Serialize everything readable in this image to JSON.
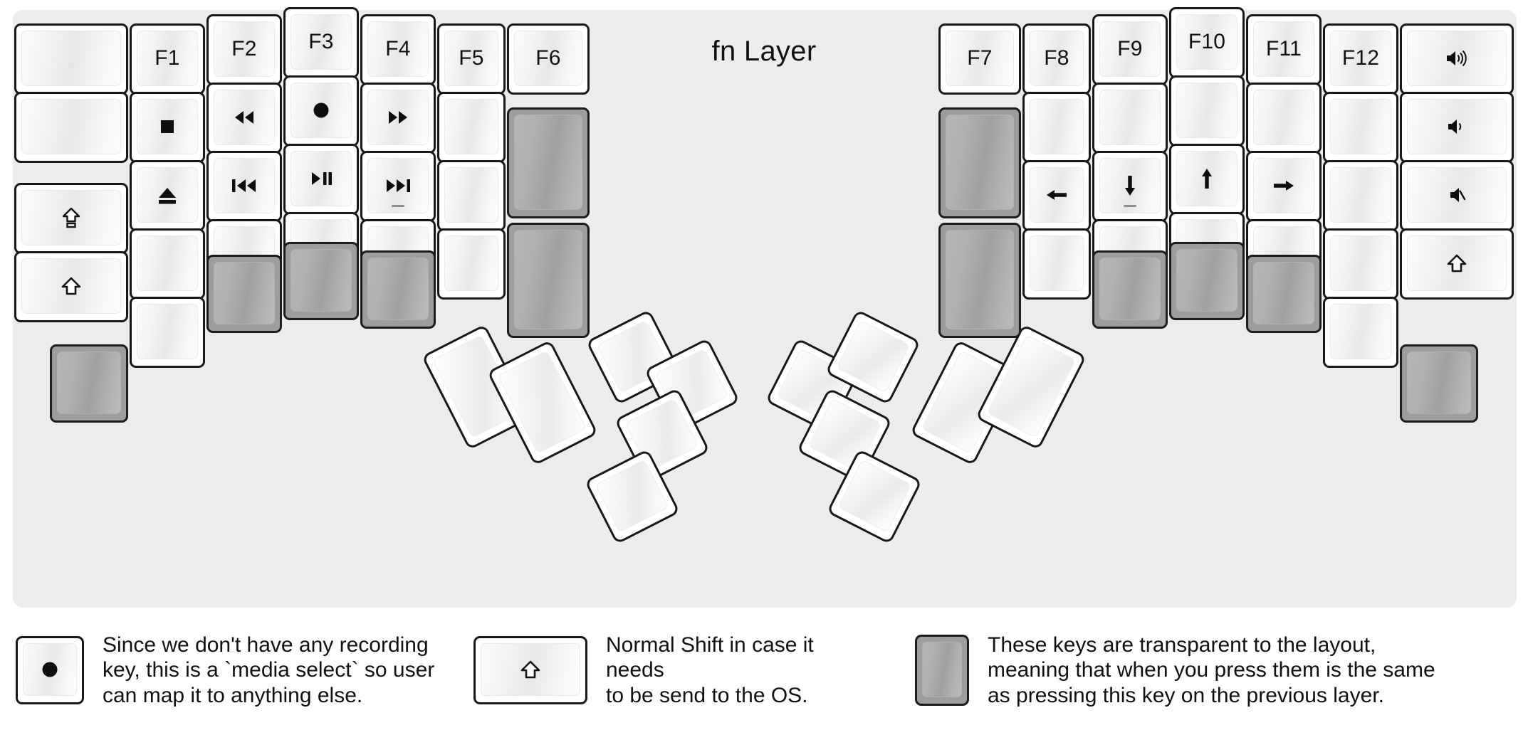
{
  "title": "fn Layer",
  "colors": {
    "background": "#ececed",
    "key_face": "#ffffff",
    "key_outline": "#17181a",
    "transparent_key": "#9d9d9d",
    "text": "#111214"
  },
  "keyboard": {
    "left_half": {
      "columns": [
        {
          "name": "col-pinky-outer",
          "keys": [
            {
              "label": "",
              "icon": "",
              "type": "normal"
            },
            {
              "label": "",
              "icon": "",
              "type": "normal"
            },
            {
              "label": "",
              "icon": "caps-lock-icon",
              "type": "normal"
            },
            {
              "label": "",
              "icon": "shift-icon",
              "type": "normal"
            }
          ]
        },
        {
          "name": "col-pinky",
          "keys": [
            {
              "label": "F1",
              "icon": "",
              "type": "normal"
            },
            {
              "label": "",
              "icon": "media-stop-icon",
              "type": "normal"
            },
            {
              "label": "",
              "icon": "media-eject-icon",
              "type": "normal"
            },
            {
              "label": "",
              "icon": "",
              "type": "normal"
            },
            {
              "label": "",
              "icon": "",
              "type": "normal"
            }
          ],
          "below": {
            "label": "",
            "icon": "",
            "type": "transparent"
          }
        },
        {
          "name": "col-ring",
          "keys": [
            {
              "label": "F2",
              "icon": "",
              "type": "normal"
            },
            {
              "label": "",
              "icon": "media-rewind-icon",
              "type": "normal"
            },
            {
              "label": "",
              "icon": "media-previous-icon",
              "type": "normal"
            },
            {
              "label": "",
              "icon": "",
              "type": "normal"
            },
            {
              "label": "",
              "icon": "",
              "type": "transparent"
            }
          ]
        },
        {
          "name": "col-middle",
          "keys": [
            {
              "label": "F3",
              "icon": "",
              "type": "normal"
            },
            {
              "label": "",
              "icon": "media-record-icon",
              "type": "normal"
            },
            {
              "label": "",
              "icon": "media-play-pause-icon",
              "type": "normal"
            },
            {
              "label": "",
              "icon": "",
              "type": "normal"
            },
            {
              "label": "",
              "icon": "",
              "type": "transparent"
            }
          ]
        },
        {
          "name": "col-index",
          "keys": [
            {
              "label": "F4",
              "icon": "",
              "type": "normal"
            },
            {
              "label": "",
              "icon": "media-fast-forward-icon",
              "type": "normal"
            },
            {
              "label": "",
              "icon": "media-next-icon",
              "type": "normal",
              "homing": true
            },
            {
              "label": "",
              "icon": "",
              "type": "normal"
            },
            {
              "label": "",
              "icon": "",
              "type": "transparent"
            }
          ]
        },
        {
          "name": "col-inner",
          "keys": [
            {
              "label": "F5",
              "icon": "",
              "type": "normal"
            },
            {
              "label": "",
              "icon": "",
              "type": "normal"
            },
            {
              "label": "",
              "icon": "",
              "type": "normal"
            },
            {
              "label": "",
              "icon": "",
              "type": "normal"
            }
          ]
        },
        {
          "name": "col-inner-most",
          "keys": [
            {
              "label": "F6",
              "icon": "",
              "type": "normal"
            },
            {
              "label": "",
              "icon": "",
              "type": "transparent",
              "size": "1.5u-tall"
            },
            {
              "label": "",
              "icon": "",
              "type": "transparent",
              "size": "1.5u-tall"
            }
          ]
        }
      ],
      "thumb_cluster": [
        {
          "name": "thumb-left-big-1",
          "label": "",
          "icon": "",
          "type": "normal",
          "size": "2u"
        },
        {
          "name": "thumb-left-big-2",
          "label": "",
          "icon": "",
          "type": "normal",
          "size": "2u"
        },
        {
          "name": "thumb-left-small-1",
          "label": "",
          "icon": "",
          "type": "normal",
          "size": "1u"
        },
        {
          "name": "thumb-left-small-2",
          "label": "",
          "icon": "",
          "type": "normal",
          "size": "1u"
        },
        {
          "name": "thumb-left-small-3",
          "label": "",
          "icon": "",
          "type": "normal",
          "size": "1u"
        },
        {
          "name": "thumb-left-small-4",
          "label": "",
          "icon": "",
          "type": "normal",
          "size": "1u"
        }
      ]
    },
    "right_half": {
      "columns": [
        {
          "name": "col-inner-most",
          "keys": [
            {
              "label": "F7",
              "icon": "",
              "type": "normal"
            },
            {
              "label": "",
              "icon": "",
              "type": "transparent",
              "size": "1.5u-tall"
            },
            {
              "label": "",
              "icon": "",
              "type": "transparent",
              "size": "1.5u-tall"
            }
          ]
        },
        {
          "name": "col-inner",
          "keys": [
            {
              "label": "F8",
              "icon": "",
              "type": "normal"
            },
            {
              "label": "",
              "icon": "",
              "type": "normal"
            },
            {
              "label": "",
              "icon": "arrow-left-icon",
              "type": "normal"
            },
            {
              "label": "",
              "icon": "",
              "type": "normal"
            }
          ]
        },
        {
          "name": "col-index",
          "keys": [
            {
              "label": "F9",
              "icon": "",
              "type": "normal"
            },
            {
              "label": "",
              "icon": "",
              "type": "normal"
            },
            {
              "label": "",
              "icon": "arrow-down-icon",
              "type": "normal",
              "homing": true
            },
            {
              "label": "",
              "icon": "",
              "type": "normal"
            },
            {
              "label": "",
              "icon": "",
              "type": "transparent"
            }
          ]
        },
        {
          "name": "col-middle",
          "keys": [
            {
              "label": "F10",
              "icon": "",
              "type": "normal"
            },
            {
              "label": "",
              "icon": "",
              "type": "normal"
            },
            {
              "label": "",
              "icon": "arrow-up-icon",
              "type": "normal"
            },
            {
              "label": "",
              "icon": "",
              "type": "normal"
            },
            {
              "label": "",
              "icon": "",
              "type": "transparent"
            }
          ]
        },
        {
          "name": "col-ring",
          "keys": [
            {
              "label": "F11",
              "icon": "",
              "type": "normal"
            },
            {
              "label": "",
              "icon": "",
              "type": "normal"
            },
            {
              "label": "",
              "icon": "arrow-right-icon",
              "type": "normal"
            },
            {
              "label": "",
              "icon": "",
              "type": "normal"
            },
            {
              "label": "",
              "icon": "",
              "type": "transparent"
            }
          ]
        },
        {
          "name": "col-pinky",
          "keys": [
            {
              "label": "F12",
              "icon": "",
              "type": "normal"
            },
            {
              "label": "",
              "icon": "",
              "type": "normal"
            },
            {
              "label": "",
              "icon": "",
              "type": "normal"
            },
            {
              "label": "",
              "icon": "",
              "type": "normal"
            },
            {
              "label": "",
              "icon": "",
              "type": "normal"
            }
          ]
        },
        {
          "name": "col-pinky-outer",
          "keys": [
            {
              "label": "",
              "icon": "volume-up-icon",
              "type": "normal"
            },
            {
              "label": "",
              "icon": "volume-down-icon",
              "type": "normal"
            },
            {
              "label": "",
              "icon": "volume-mute-icon",
              "type": "normal"
            },
            {
              "label": "",
              "icon": "shift-icon",
              "type": "normal"
            },
            {
              "label": "",
              "icon": "",
              "type": "transparent"
            }
          ]
        }
      ],
      "thumb_cluster": [
        {
          "name": "thumb-right-big-1",
          "label": "",
          "icon": "",
          "type": "normal",
          "size": "2u"
        },
        {
          "name": "thumb-right-big-2",
          "label": "",
          "icon": "",
          "type": "normal",
          "size": "2u"
        },
        {
          "name": "thumb-right-small-1",
          "label": "",
          "icon": "",
          "type": "normal",
          "size": "1u"
        },
        {
          "name": "thumb-right-small-2",
          "label": "",
          "icon": "",
          "type": "normal",
          "size": "1u"
        },
        {
          "name": "thumb-right-small-3",
          "label": "",
          "icon": "",
          "type": "normal",
          "size": "1u"
        },
        {
          "name": "thumb-right-small-4",
          "label": "",
          "icon": "",
          "type": "normal",
          "size": "1u"
        }
      ]
    }
  },
  "legend": [
    {
      "key_icon": "media-record-icon",
      "key_type": "normal",
      "text": "Since we don't have any recording\nkey, this is a `media select` so user\ncan map it to anything else."
    },
    {
      "key_icon": "shift-icon",
      "key_type": "normal",
      "text": "Normal Shift in case it needs\nto be send to the OS."
    },
    {
      "key_icon": "",
      "key_type": "transparent",
      "text": "These keys are transparent to the layout,\nmeaning that when you press them is the same\nas pressing this key on the previous layer."
    }
  ]
}
